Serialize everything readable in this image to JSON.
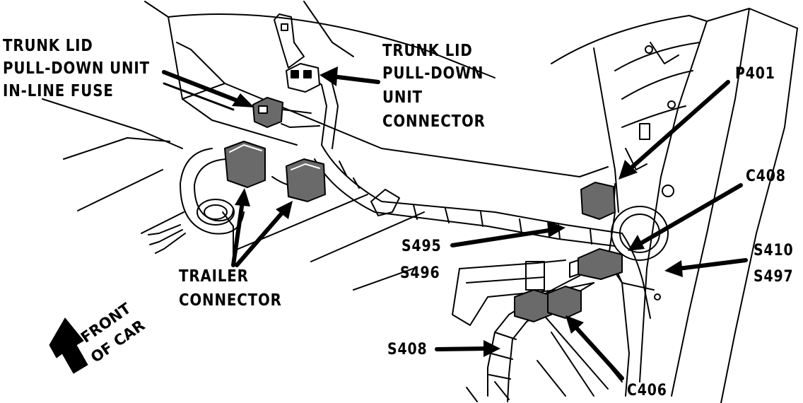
{
  "labels": {
    "inline_fuse": [
      "TRUNK LID",
      "PULL-DOWN UNIT",
      "IN-LINE FUSE"
    ],
    "pulldown_connector": [
      "TRUNK LID",
      "PULL-DOWN",
      "UNIT",
      "CONNECTOR"
    ],
    "p401": "P401",
    "c408": "C408",
    "s410": "S410",
    "s497": "S497",
    "s495": "S495",
    "s496": "S496",
    "trailer_connector": [
      "TRAILER",
      "CONNECTOR"
    ],
    "s408": "S408",
    "c406": "C406",
    "front_of_car": [
      "FRONT",
      "OF CAR"
    ]
  },
  "colors": {
    "ink": "#000000",
    "paper": "#ffffff",
    "connector_fill": "#6a6a6a"
  },
  "icons": {
    "direction_arrow": "front-arrow-icon"
  }
}
